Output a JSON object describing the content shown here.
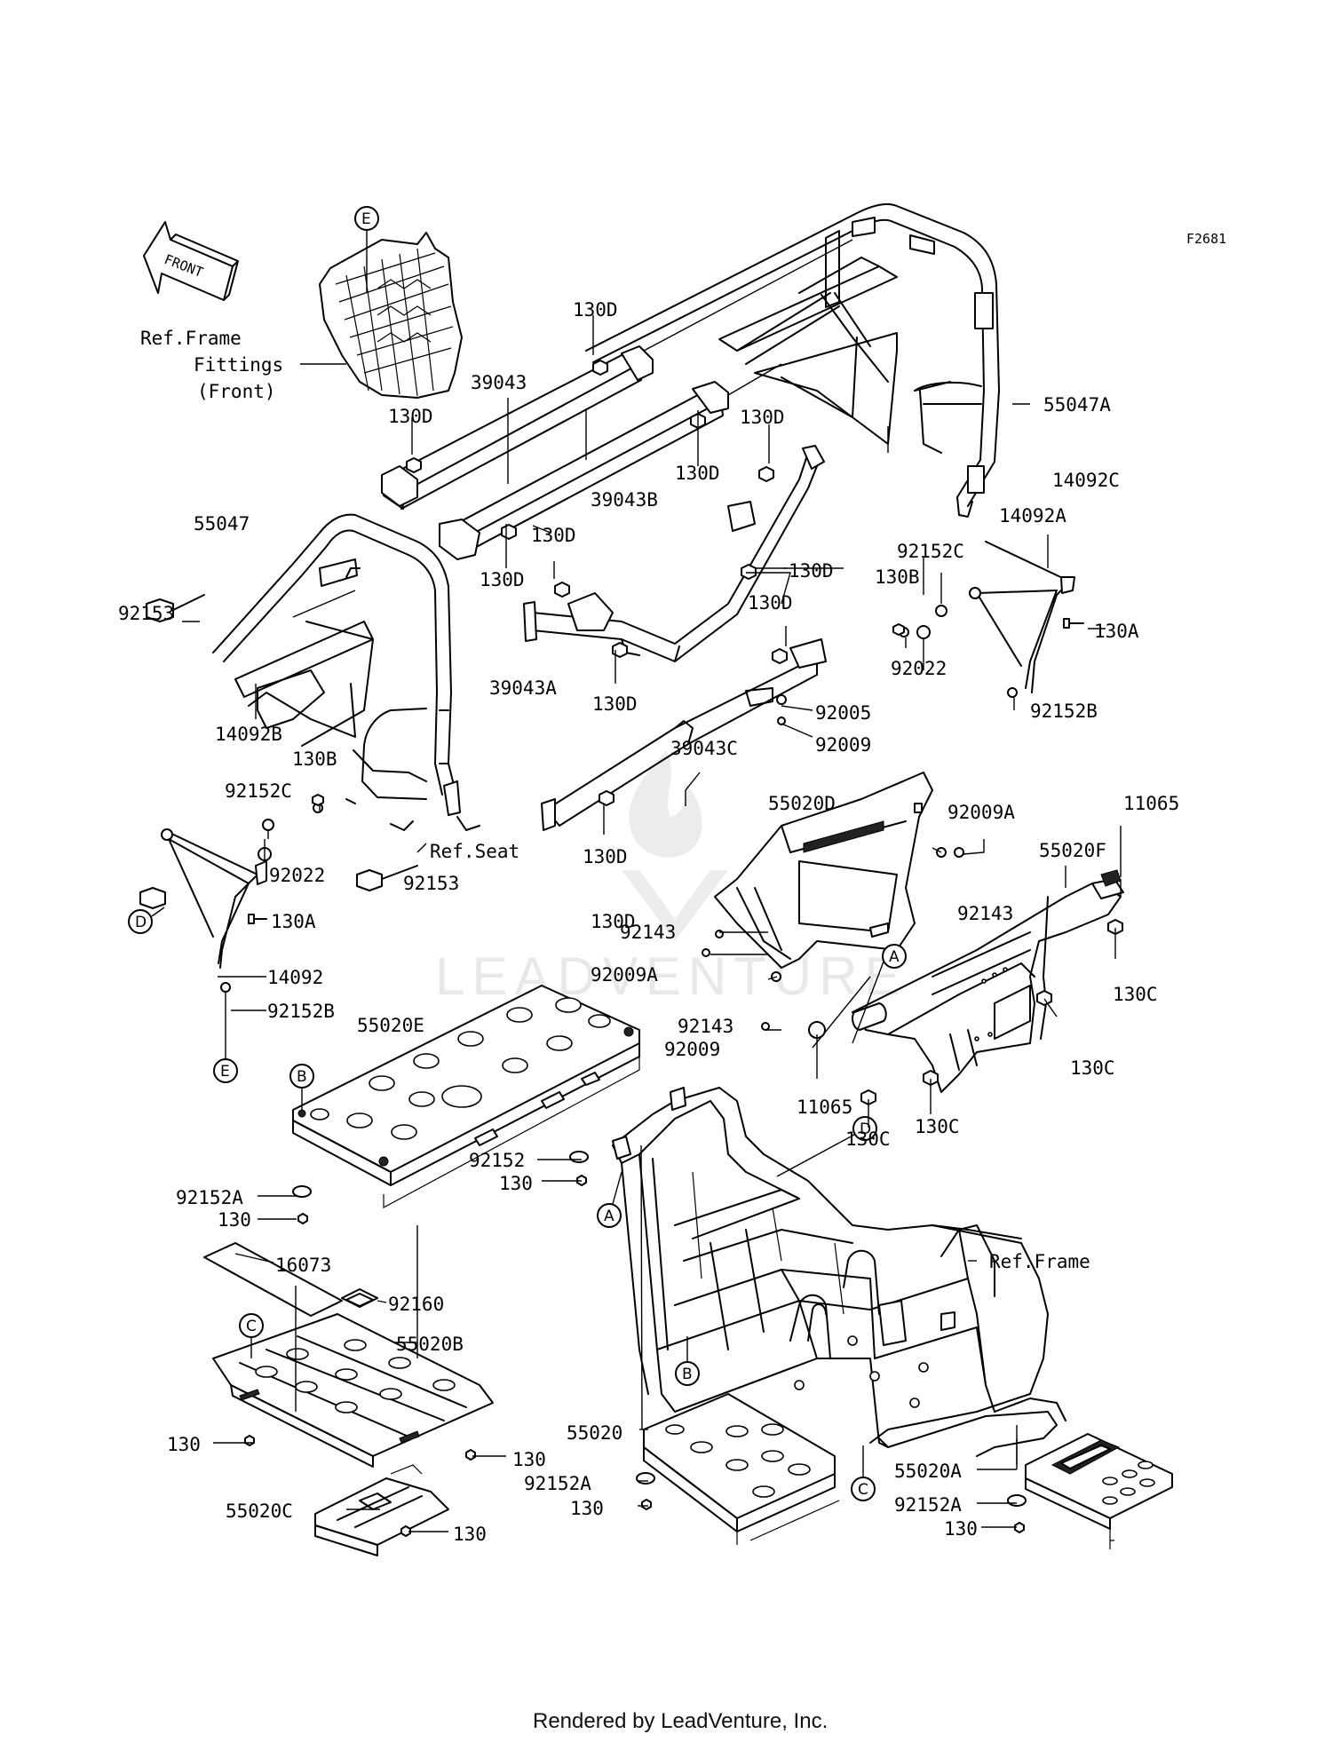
{
  "figure_code": "F2681",
  "direction_arrow": {
    "label": "FRONT",
    "icon": "front-arrow-icon"
  },
  "reference_notes": {
    "frame_fittings": [
      "Ref.Frame",
      "Fittings",
      "(Front)"
    ],
    "seat": "Ref.Seat",
    "frame": "Ref.Frame"
  },
  "connector_letters": {
    "a_upper": "A",
    "a_lower": "A",
    "b_upper": "B",
    "b_lower": "B",
    "c_upper": "C",
    "c_lower": "C",
    "d_upper": "D",
    "d_lower": "D",
    "e_upper": "E",
    "e_lower": "E"
  },
  "part_labels": {
    "p39043": "39043",
    "p39043b": "39043B",
    "p39043a": "39043A",
    "p39043c": "39043C",
    "p55047": "55047",
    "p55047a": "55047A",
    "p14092b": "14092B",
    "p14092c": "14092C",
    "p14092a": "14092A",
    "p14092": "14092",
    "p130d_1": "130D",
    "p130d_2": "130D",
    "p130d_3": "130D",
    "p130d_4": "130D",
    "p130d_5": "130D",
    "p130d_6": "130D",
    "p130d_7": "130D",
    "p130d_8": "130D",
    "p130d_9": "130D",
    "p130d_10": "130D",
    "p130d_11": "130D",
    "p92153_1": "92153",
    "p92153_2": "92153",
    "p92152c_1": "92152C",
    "p92152c_2": "92152C",
    "p130b_1": "130B",
    "p130b_2": "130B",
    "p92022_1": "92022",
    "p92022_2": "92022",
    "p130a_1": "130A",
    "p130a_2": "130A",
    "p92152b_1": "92152B",
    "p92152b_2": "92152B",
    "p92005": "92005",
    "p92009_1": "92009",
    "p92009_2": "92009",
    "p55020d": "55020D",
    "p92009a_1": "92009A",
    "p92009a_2": "92009A",
    "p92143_1": "92143",
    "p92143_2": "92143",
    "p92143_3": "92143",
    "p11065_1": "11065",
    "p11065_2": "11065",
    "p55020f": "55020F",
    "p130c_1": "130C",
    "p130c_2": "130C",
    "p130c_3": "130C",
    "p130c_4": "130C",
    "p55020e": "55020E",
    "p92152": "92152",
    "p92152a_1": "92152A",
    "p92152a_2": "92152A",
    "p92152a_3": "92152A",
    "p130_1": "130",
    "p130_2": "130",
    "p130_3": "130",
    "p130_4": "130",
    "p130_5": "130",
    "p130_6": "130",
    "p130_7": "130",
    "p16073": "16073",
    "p92160": "92160",
    "p55020b": "55020B",
    "p55020c": "55020C",
    "p55020": "55020",
    "p55020a": "55020A"
  },
  "watermark": "LEADVENTURE",
  "footer": "Rendered by LeadVenture, Inc."
}
